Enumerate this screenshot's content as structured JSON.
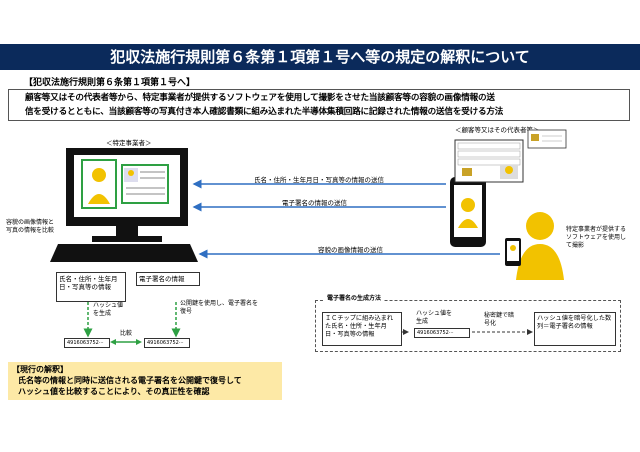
{
  "title": "犯収法施行規則第６条第１項第１号へ等の規定の解釈について",
  "section_label": "【犯収法施行規則第６条第１項第１号へ】",
  "description": {
    "line1": "顧客等又はその代表者等から、特定事業者が提供するソフトウェアを使用して撮影をさせた当該顧客等の容貌の画像情報の送",
    "line2": "信を受けるとともに、当該顧客等の写真付き本人確認書類に組み込まれた半導体集積回路に記録された情報の送信を受ける方法"
  },
  "left_header": "＜特定事業者＞",
  "right_header": "＜顧客等又はその代表者等＞",
  "arrows": {
    "a1": "氏名・住所・生年月日・写真等の情報の送信",
    "a2": "電子署名の情報の送信",
    "a3": "容貌の画像情報の送信"
  },
  "compare_note": "容貌の画像情報と写真の情報を比較",
  "software_note": "特定事業者が提供するソフトウェアを使用して撮影",
  "info_box1": "氏名・住所・生年月日・写真等の情報",
  "info_box2": "電子署名の情報",
  "hash_label1": "ハッシュ値を生成",
  "public_key_note": "公開鍵を使用し、電子署名を復号",
  "hash_value": "49160637​52···",
  "hash_value_a": "4916063752···",
  "hash_value_b": "4916063752···",
  "compare_label": "比較",
  "gen": {
    "title": "電子署名の生成方法",
    "box1": "ＩＣチップに組み込まれた氏名・住所・生年月日・写真等の情報",
    "hash_label": "ハッシュ値を生成",
    "hash_value": "4916063752···",
    "encrypt_label": "秘密鍵で暗号化",
    "box2": "ハッシュ値を暗号化した数列＝電子署名の情報"
  },
  "current": {
    "heading": "【現行の解釈】",
    "line1": "氏名等の情報と同時に送信される電子署名を公開鍵で復号して",
    "line2": "ハッシュ値を比較することにより、その真正性を確認"
  },
  "colors": {
    "title_bg": "#0b2a5b",
    "arrow": "#2f6fc2",
    "green": "#2ea043",
    "note_bg": "#fde9a6",
    "face": "#f2c200"
  }
}
